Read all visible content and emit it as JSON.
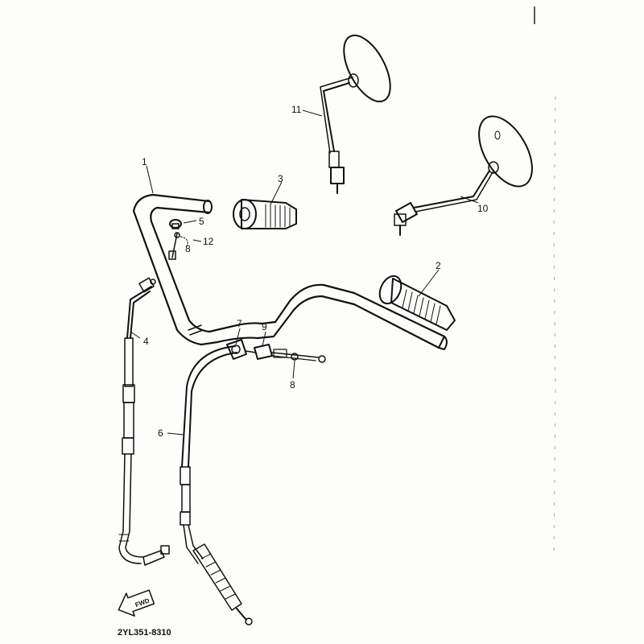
{
  "diagram": {
    "part_code": "2YL351-8310",
    "direction_label": "FWD",
    "callouts": {
      "c1": "1",
      "c2": "2",
      "c3": "3",
      "c4": "4",
      "c5": "5",
      "c6": "6",
      "c7": "7",
      "c8a": "8",
      "c8b": "8",
      "c9": "9",
      "c10": "10",
      "c11": "11",
      "c12": "12"
    }
  }
}
